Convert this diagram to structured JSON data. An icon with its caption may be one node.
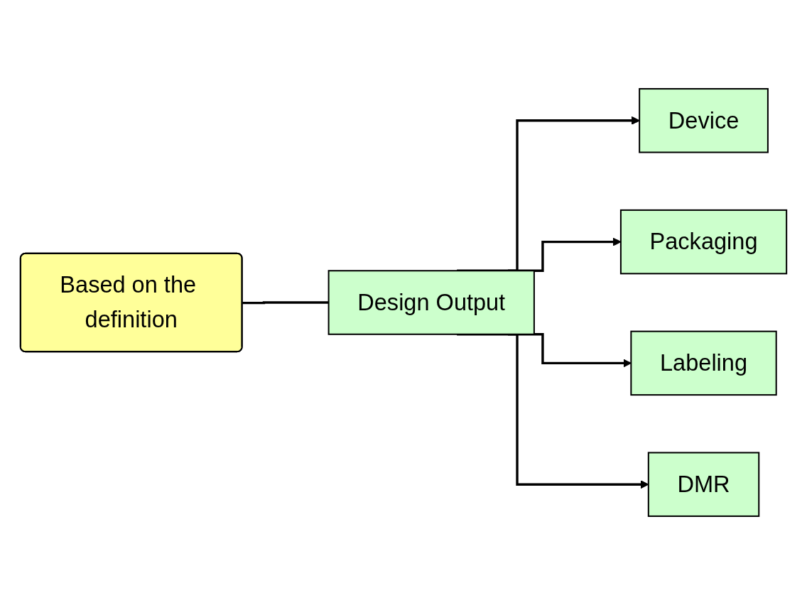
{
  "diagram": {
    "nodes": [
      {
        "text": [
          "Based on the definition"
        ]
      },
      {
        "text": [
          "Design Output"
        ]
      },
      {
        "text": [
          "Device"
        ]
      },
      {
        "text": [
          "Packaging"
        ]
      },
      {
        "text": [
          "Labeling"
        ]
      },
      {
        "text": [
          "DMR"
        ]
      }
    ],
    "edges": [
      {
        "from": 0,
        "to": 1,
        "arrow": "none"
      },
      {
        "from": 1,
        "to": 2,
        "arrow": "to"
      },
      {
        "from": 1,
        "to": 3,
        "arrow": "to"
      },
      {
        "from": 1,
        "to": 4,
        "arrow": "to"
      },
      {
        "from": 1,
        "to": 5,
        "arrow": "to"
      }
    ]
  }
}
